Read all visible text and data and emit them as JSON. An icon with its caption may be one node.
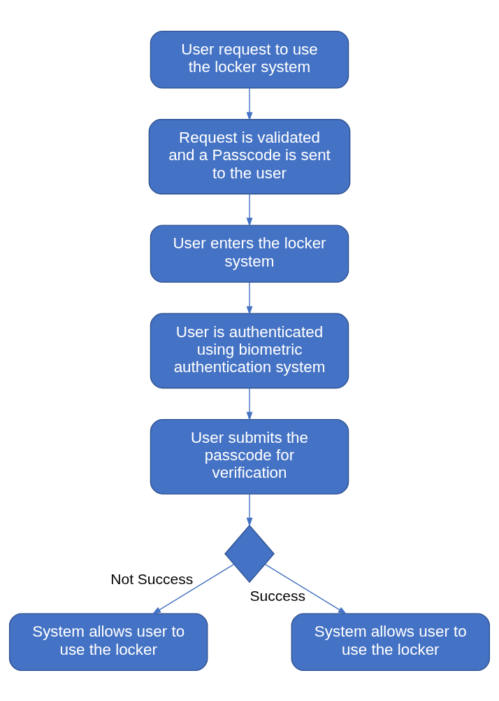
{
  "diagram": {
    "nodes": [
      {
        "text": [
          "User request to use the locker system"
        ]
      },
      {
        "text": [
          "Request is validated and a Passcode is sent to the user"
        ]
      },
      {
        "text": [
          "User enters the locker system"
        ]
      },
      {
        "text": [
          "User is authenticated using biometric authentication system"
        ]
      },
      {
        "text": [
          "User submits the passcode for verification"
        ]
      },
      {
        "text": [],
        "shape": "diamond"
      },
      {
        "text": [
          "System allows user to use the locker"
        ]
      },
      {
        "text": [
          "System allows user to use the locker"
        ]
      }
    ],
    "edges": [
      {
        "from": 0,
        "to": 1,
        "arrow": "to"
      },
      {
        "from": 1,
        "to": 2,
        "arrow": "to"
      },
      {
        "from": 2,
        "to": 3,
        "arrow": "to"
      },
      {
        "from": 3,
        "to": 4,
        "arrow": "to"
      },
      {
        "from": 4,
        "to": 5,
        "arrow": "to"
      },
      {
        "from": 5,
        "to": 6,
        "label": "Not Success",
        "arrow": "to"
      },
      {
        "from": 5,
        "to": 7,
        "label": "Success",
        "arrow": "to"
      }
    ]
  }
}
